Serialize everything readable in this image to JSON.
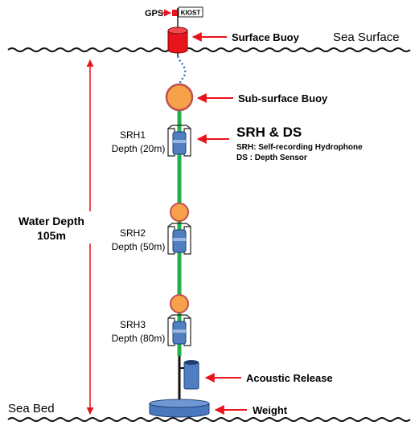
{
  "labels": {
    "gps": "GPS",
    "flag": "KIOST",
    "surface_buoy": "Surface Buoy",
    "sea_surface": "Sea Surface",
    "subsurface_buoy": "Sub-surface Buoy",
    "srh_ds_title": "SRH & DS",
    "srh_def": "SRH: Self-recording Hydrophone",
    "ds_def": "DS : Depth Sensor",
    "water_depth": "Water Depth",
    "water_depth_value": "105m",
    "srh1_name": "SRH1",
    "srh1_depth": "Depth (20m)",
    "srh2_name": "SRH2",
    "srh2_depth": "Depth (50m)",
    "srh3_name": "SRH3",
    "srh3_depth": "Depth (80m)",
    "acoustic_release": "Acoustic Release",
    "sea_bed": "Sea Bed",
    "weight": "Weight"
  },
  "colors": {
    "line": "#22b14c",
    "float": "#f7a24a",
    "float_stroke": "#c0504d",
    "buoy_red": "#e8141b",
    "arrow_red": "#e8141b",
    "instrument_blue": "#4f7fc0",
    "weight_blue": "#4a78bf"
  }
}
